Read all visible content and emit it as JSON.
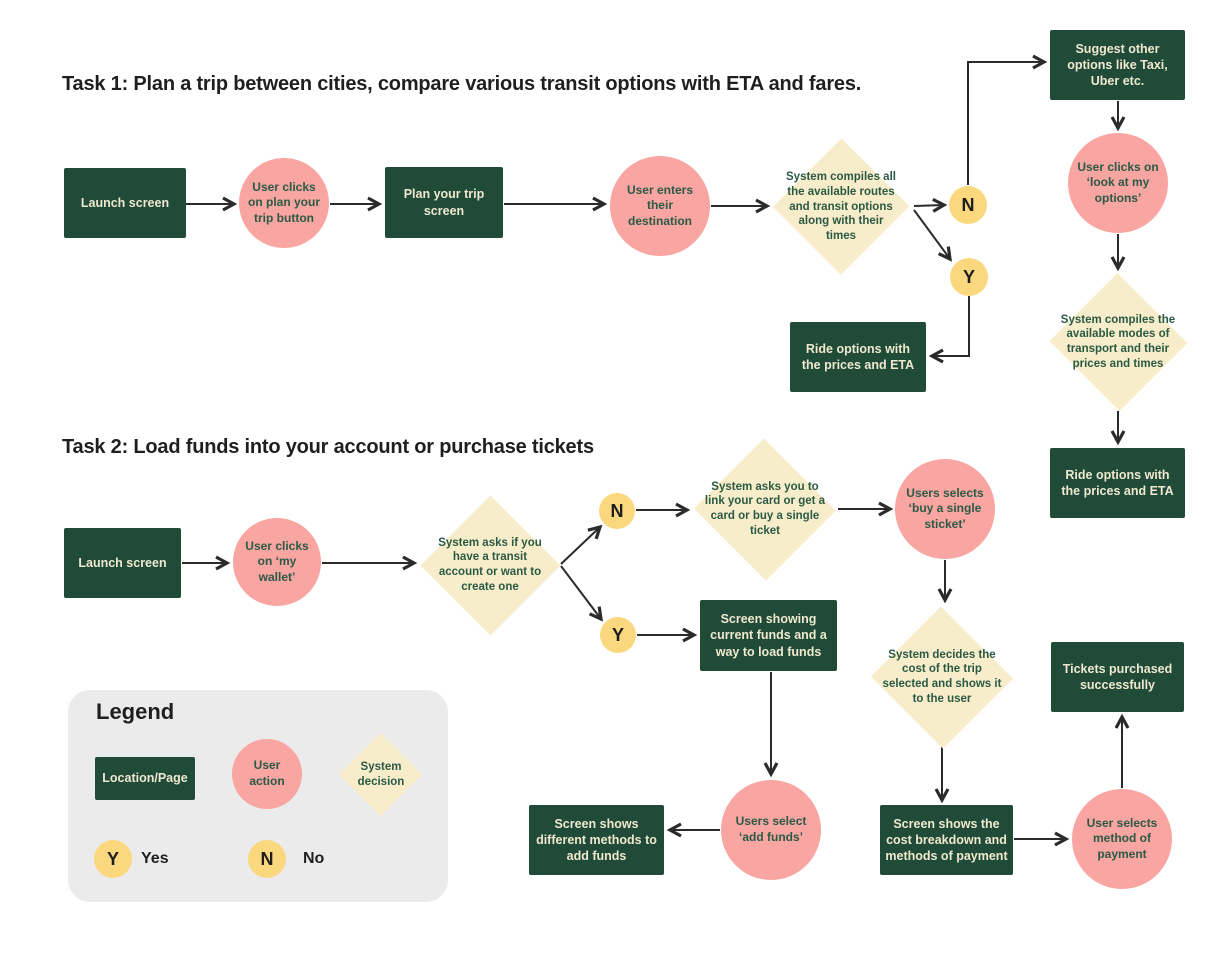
{
  "page": {
    "task1_title": "Task 1: Plan a trip between cities, compare various transit options with ETA and fares.",
    "task2_title": "Task 2: Load funds into your account or purchase tickets"
  },
  "colors": {
    "page_bg": "#ffffff",
    "location_box": "#1f4b38",
    "user_action": "#f9a5a2",
    "system_decision": "#f8edca",
    "yes_no": "#fbd77d",
    "box_text": "#efe8cf",
    "shape_text": "#2b5a44",
    "arrow": "#2b2b2b",
    "legend_bg": "#ebebeb",
    "title_text": "#1f1f1f"
  },
  "task1": {
    "launch": "Launch screen",
    "click_plan": "User clicks on plan your trip button",
    "plan_screen": "Plan your trip screen",
    "enter_destination": "User enters their destination",
    "compile_routes": "System compiles all the available routes and transit options along with their times",
    "no": "N",
    "yes": "Y",
    "suggest_other": "Suggest other options like Taxi, Uber etc.",
    "look_options": "User clicks on ‘look at my options’",
    "compile_modes": "System compiles the available modes of transport and their prices and times",
    "ride_options_right": "Ride options with the prices and ETA",
    "ride_options_mid": "Ride options with the prices and ETA"
  },
  "task2": {
    "launch": "Launch screen",
    "click_wallet": "User clicks on ‘my wallet’",
    "ask_account": "System asks if you have a transit account or want to create one",
    "no": "N",
    "yes": "Y",
    "link_card": "System asks you to link your card or get a card or buy a single ticket",
    "buy_single": "Users selects ‘buy a single sticket’",
    "decide_cost": "System decides the cost of the trip selected and shows it to the user",
    "cost_breakdown": "Screen shows the cost breakdown and methods of payment",
    "pay_method": "User selects method of payment",
    "purchased": "Tickets purchased successfully",
    "funds_screen": "Screen showing current funds and a way to load funds",
    "add_funds": "Users select ‘add funds’",
    "methods_funds": "Screen shows different methods to add funds"
  },
  "legend": {
    "title": "Legend",
    "location": "Location/Page",
    "user_action": "User action",
    "system_decision": "System decision",
    "y": "Y",
    "yes": "Yes",
    "n": "N",
    "no": "No"
  }
}
